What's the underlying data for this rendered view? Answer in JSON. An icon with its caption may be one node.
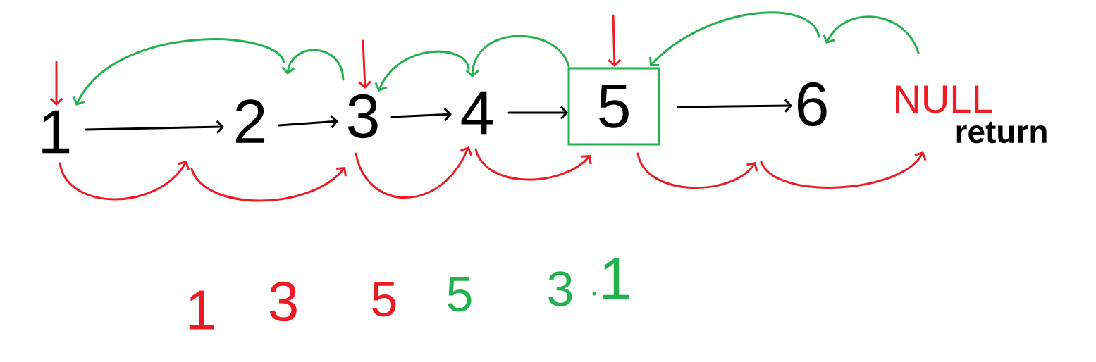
{
  "diagram": {
    "nodes": [
      {
        "text": [
          "1"
        ]
      },
      {
        "text": [
          "2"
        ]
      },
      {
        "text": [
          "3"
        ]
      },
      {
        "text": [
          "4"
        ]
      },
      {
        "text": [
          "5"
        ]
      },
      {
        "text": [
          "6"
        ]
      },
      {
        "text": [
          "NULL"
        ]
      }
    ],
    "edges": [
      {
        "from": 0,
        "to": 1,
        "arrow": "to",
        "color": "#000000"
      },
      {
        "from": 1,
        "to": 2,
        "arrow": "to",
        "color": "#000000"
      },
      {
        "from": 2,
        "to": 3,
        "arrow": "to",
        "color": "#000000"
      },
      {
        "from": 3,
        "to": 4,
        "arrow": "to",
        "color": "#000000"
      },
      {
        "from": 4,
        "to": 5,
        "arrow": "to",
        "color": "#000000"
      },
      {
        "from": 0,
        "to": 1,
        "arrow": "to"
      },
      {
        "from": 1,
        "to": 2,
        "arrow": "to"
      },
      {
        "from": 2,
        "to": 3,
        "arrow": "to"
      },
      {
        "from": 3,
        "to": 4,
        "arrow": "to"
      },
      {
        "from": 4,
        "to": 5,
        "arrow": "to"
      },
      {
        "from": 5,
        "to": 6,
        "arrow": "to"
      },
      {
        "from": null,
        "to": 0,
        "arrow": "to"
      },
      {
        "from": null,
        "to": 2,
        "arrow": "to"
      },
      {
        "from": null,
        "to": 4,
        "arrow": "to"
      },
      {
        "from": 6,
        "to": 5,
        "arrow": "to",
        "color": "#22b14c"
      },
      {
        "from": 5,
        "to": 4,
        "arrow": "to",
        "color": "#22b14c"
      },
      {
        "from": 4,
        "to": 3,
        "arrow": "to",
        "color": "#22b14c"
      },
      {
        "from": 3,
        "to": 2,
        "arrow": "to",
        "color": "#22b14c"
      },
      {
        "from": 2,
        "to": 1,
        "arrow": "to",
        "color": "#22b14c"
      },
      {
        "from": 1,
        "to": 0,
        "arrow": "to",
        "color": "#22b14c"
      }
    ],
    "labels": [
      "return",
      "1",
      "3",
      "5",
      "5",
      "3",
      "1"
    ]
  }
}
